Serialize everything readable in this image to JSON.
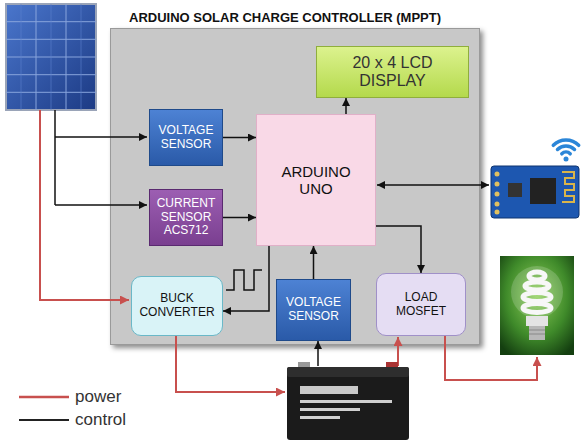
{
  "diagram": {
    "nodes": [
      {
        "text": [
          "ARDUINO SOLAR CHARGE CONTROLLER (MPPT)"
        ]
      },
      {
        "text": [
          "20 x 4 LCD DISPLAY"
        ],
        "in": 0
      },
      {
        "text": [
          "VOLTAGE SENSOR"
        ],
        "in": 0
      },
      {
        "text": [
          "ARDUINO UNO"
        ],
        "in": 0
      },
      {
        "text": [
          "CURRENT SENSOR ACS712"
        ],
        "in": 0
      },
      {
        "text": [
          "BUCK CONVERTER"
        ],
        "in": 0
      },
      {
        "text": [
          "VOLTAGE SENSOR"
        ],
        "in": 0
      },
      {
        "text": [
          "LOAD MOSFET"
        ],
        "in": 0
      }
    ],
    "edges": [
      {
        "from": 2,
        "to": 3,
        "arrow": "to"
      },
      {
        "from": 4,
        "to": 3,
        "arrow": "to"
      },
      {
        "from": 3,
        "to": 1,
        "arrow": "to"
      },
      {
        "from": 3,
        "to": 5,
        "arrow": "to"
      },
      {
        "from": 6,
        "to": 3,
        "arrow": "to"
      },
      {
        "from": 3,
        "to": 7,
        "arrow": "to"
      }
    ],
    "legend": [
      {
        "text": "power"
      },
      {
        "text": "control"
      }
    ]
  }
}
